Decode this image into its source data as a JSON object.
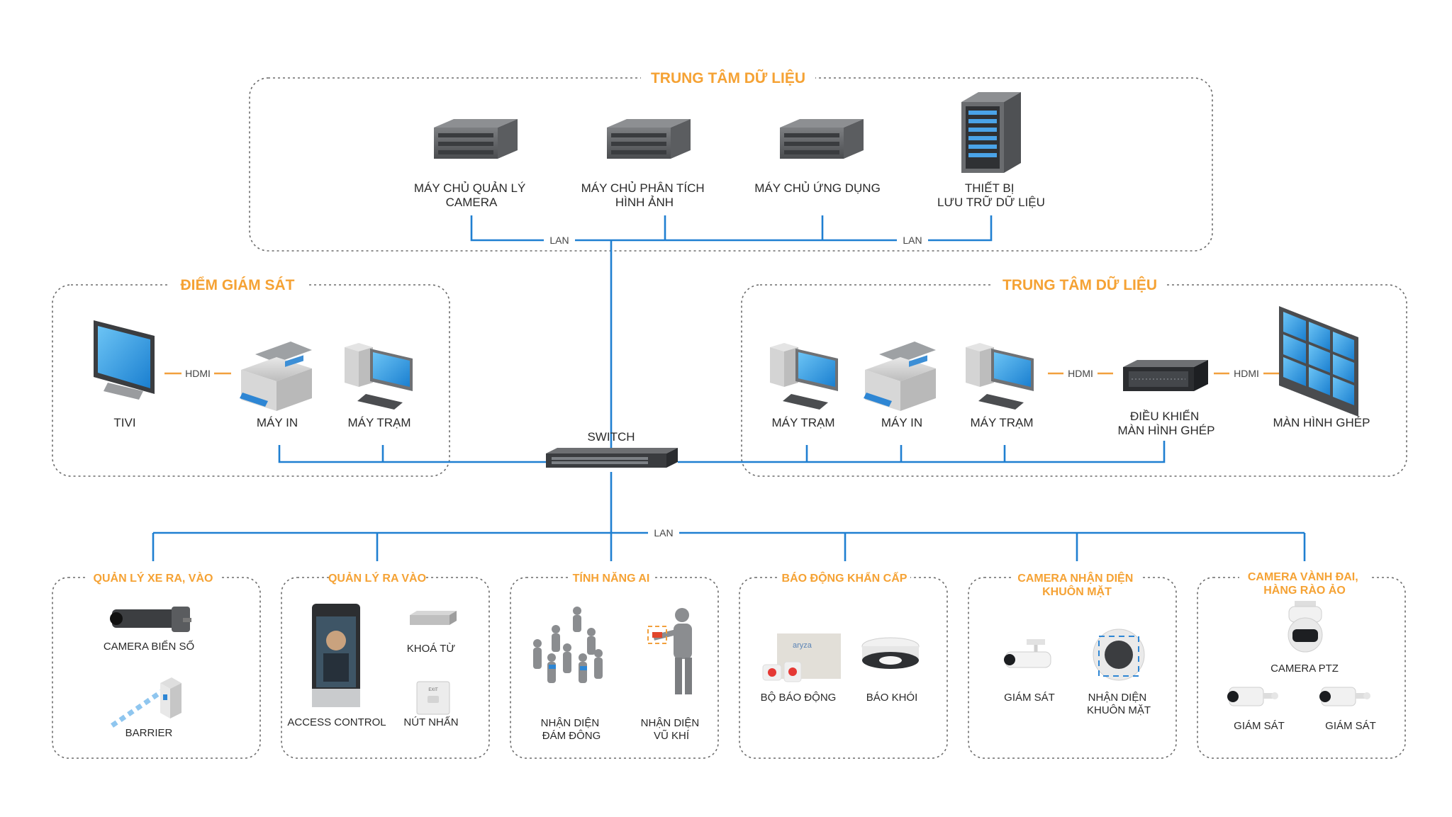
{
  "colors": {
    "accent_orange": "#f5a234",
    "lan_blue": "#1f7fd1",
    "hdmi_orange": "#f2a03d",
    "text": "#2a2a2a",
    "zone_border": "#6b6b6b"
  },
  "data_center_top": {
    "title": "TRUNG TÂM DỮ LIỆU",
    "items": [
      {
        "icon": "server-icon",
        "label_lines": [
          "MÁY CHỦ QUẢN LÝ",
          "CAMERA"
        ]
      },
      {
        "icon": "server-icon",
        "label_lines": [
          "MÁY CHỦ PHÂN TÍCH",
          "HÌNH ẢNH"
        ]
      },
      {
        "icon": "server-icon",
        "label_lines": [
          "MÁY CHỦ ỨNG DỤNG"
        ]
      },
      {
        "icon": "storage-rack-icon",
        "label_lines": [
          "THIẾT BỊ",
          "LƯU TRỮ DỮ LIỆU"
        ]
      }
    ],
    "wire_labels": [
      "LAN",
      "LAN"
    ]
  },
  "monitoring_point": {
    "title": "ĐIỂM GIÁM SÁT",
    "items": [
      {
        "icon": "tv-icon",
        "label": "TIVI"
      },
      {
        "icon": "printer-icon",
        "label": "MÁY IN"
      },
      {
        "icon": "workstation-icon",
        "label": "MÁY TRẠM"
      }
    ],
    "wire_label": "HDMI"
  },
  "data_center_right": {
    "title": "TRUNG TÂM DỮ LIỆU",
    "items": [
      {
        "icon": "workstation-icon",
        "label_lines": [
          "MÁY TRẠM"
        ]
      },
      {
        "icon": "printer-icon",
        "label_lines": [
          "MÁY IN"
        ]
      },
      {
        "icon": "workstation-icon",
        "label_lines": [
          "MÁY TRẠM"
        ]
      },
      {
        "icon": "rack-server-icon",
        "label_lines": [
          "ĐIỀU KHIỂN",
          "MÀN HÌNH GHÉP"
        ]
      },
      {
        "icon": "video-wall-icon",
        "label_lines": [
          "MÀN HÌNH GHÉP"
        ]
      }
    ],
    "wire_labels": [
      "HDMI",
      "HDMI"
    ]
  },
  "switch": {
    "label": "SWITCH",
    "icon": "network-switch-icon"
  },
  "lan_bus_label": "LAN",
  "groups": [
    {
      "title_lines": [
        "QUẢN LÝ XE RA, VÀO"
      ],
      "items": [
        {
          "icon": "lpr-camera-icon",
          "label_lines": [
            "CAMERA BIỂN SỐ"
          ]
        },
        {
          "icon": "barrier-icon",
          "label_lines": [
            "BARRIER"
          ]
        }
      ]
    },
    {
      "title_lines": [
        "QUẢN LÝ RA VÀO"
      ],
      "items": [
        {
          "icon": "access-control-terminal-icon",
          "label_lines": [
            "ACCESS CONTROL"
          ]
        },
        {
          "icon": "magnetic-lock-icon",
          "label_lines": [
            "KHOÁ TỪ"
          ]
        },
        {
          "icon": "exit-button-icon",
          "label_lines": [
            "NÚT NHẤN"
          ]
        }
      ]
    },
    {
      "title_lines": [
        "TÍNH NĂNG AI"
      ],
      "items": [
        {
          "icon": "crowd-icon",
          "label_lines": [
            "NHẬN DIỆN",
            "ĐÁM ĐÔNG"
          ]
        },
        {
          "icon": "weapon-detection-icon",
          "label_lines": [
            "NHẬN DIỆN",
            "VŨ KHÍ"
          ]
        }
      ]
    },
    {
      "title_lines": [
        "BÁO ĐỘNG KHẨN CẤP"
      ],
      "items": [
        {
          "icon": "alarm-kit-icon",
          "label_lines": [
            "BỘ BÁO ĐỘNG"
          ],
          "brand": "aryza"
        },
        {
          "icon": "smoke-detector-icon",
          "label_lines": [
            "BÁO KHÓI"
          ]
        }
      ]
    },
    {
      "title_lines": [
        "CAMERA NHẬN DIỆN",
        "KHUÔN MẶT"
      ],
      "items": [
        {
          "icon": "surveillance-camera-icon",
          "label_lines": [
            "GIÁM SÁT"
          ]
        },
        {
          "icon": "face-recognition-camera-icon",
          "label_lines": [
            "NHẬN DIỆN",
            "KHUÔN MẶT"
          ]
        }
      ]
    },
    {
      "title_lines": [
        "CAMERA VÀNH ĐAI,",
        "HÀNG RÀO ẢO"
      ],
      "items": [
        {
          "icon": "ptz-camera-icon",
          "label_lines": [
            "CAMERA PTZ"
          ]
        },
        {
          "icon": "bullet-camera-icon",
          "label_lines": [
            "GIÁM SÁT"
          ]
        },
        {
          "icon": "bullet-camera-icon",
          "label_lines": [
            "GIÁM SÁT"
          ]
        }
      ]
    }
  ]
}
